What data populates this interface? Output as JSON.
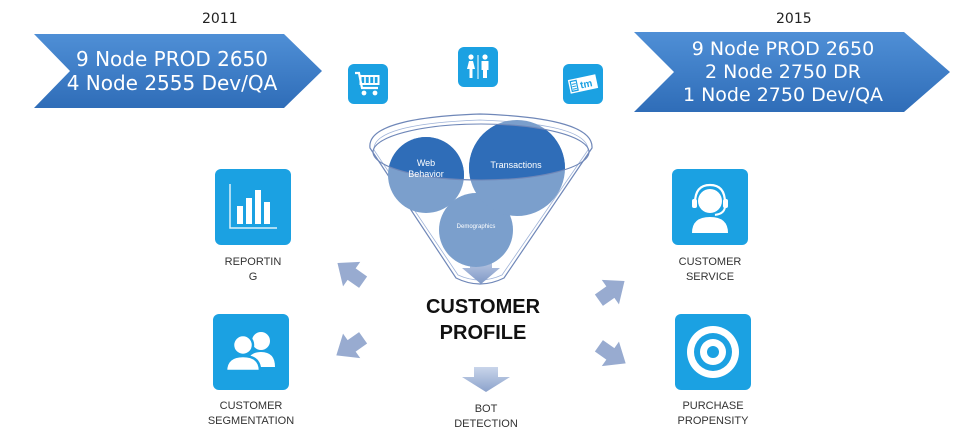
{
  "timeline": {
    "before": {
      "year": "2011",
      "lines": [
        "9 Node PROD 2650",
        "4 Node 2555 Dev/QA"
      ]
    },
    "after": {
      "year": "2015",
      "lines": [
        "9 Node PROD 2650",
        "2 Node 2750 DR",
        "1 Node 2750 Dev/QA"
      ]
    }
  },
  "inputs": [
    {
      "name": "shopping-cart",
      "icon": "shopping-cart-icon"
    },
    {
      "name": "people",
      "icon": "people-icon"
    },
    {
      "name": "ticket",
      "icon": "ticket-icon",
      "text": "tm"
    }
  ],
  "funnel": {
    "circles": [
      "Web Behavior",
      "Transactions",
      "Demographics"
    ],
    "web_line1": "Web",
    "web_line2": "Behavior",
    "transactions": "Transactions",
    "demographics": "Demographics"
  },
  "center": {
    "line1": "CUSTOMER",
    "line2": "PROFILE"
  },
  "outputs": {
    "reporting": {
      "line1": "REPORTIN",
      "line2": "G"
    },
    "segmentation": {
      "line1": "CUSTOMER",
      "line2": "SEGMENTATION"
    },
    "service": {
      "line1": "CUSTOMER",
      "line2": "SERVICE"
    },
    "propensity": {
      "line1": "PURCHASE",
      "line2": "PROPENSITY"
    },
    "bot": {
      "line1": "BOT",
      "line2": "DETECTION"
    }
  },
  "colors": {
    "tile_blue": "#1ba1e2",
    "banner_blue": "#3c7fcb",
    "circle_dark": "#2f6db8",
    "circle_light": "#7b9fcc",
    "arrow": "#8da3cc"
  }
}
